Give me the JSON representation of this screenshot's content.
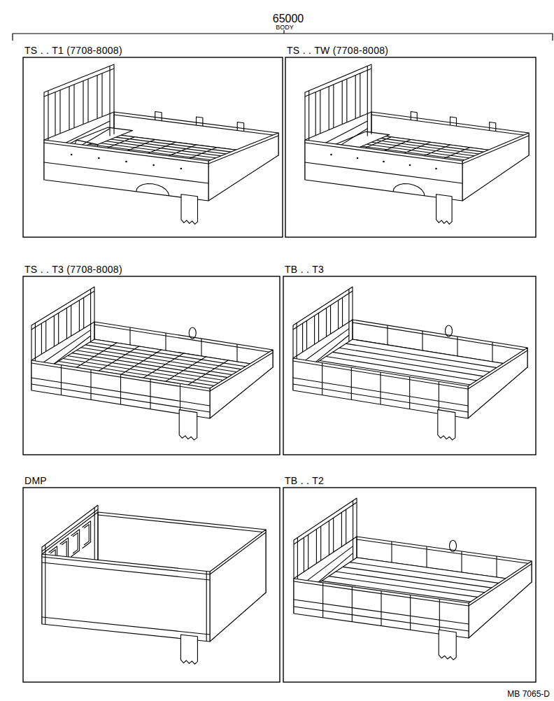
{
  "diagram": {
    "title": "65000",
    "nodes": [
      {
        "text": [
          "TS . . T1 (7708-8008)"
        ]
      },
      {
        "text": [
          "TS . . TW (7708-8008)"
        ]
      },
      {
        "text": [
          "TS . . T3 (7708-8008)"
        ]
      },
      {
        "text": [
          "TB . . T3"
        ]
      },
      {
        "text": [
          "DMP"
        ]
      },
      {
        "text": [
          "TB . . T2"
        ]
      }
    ],
    "labels": [
      "BODY",
      "MB 7065-D"
    ]
  }
}
